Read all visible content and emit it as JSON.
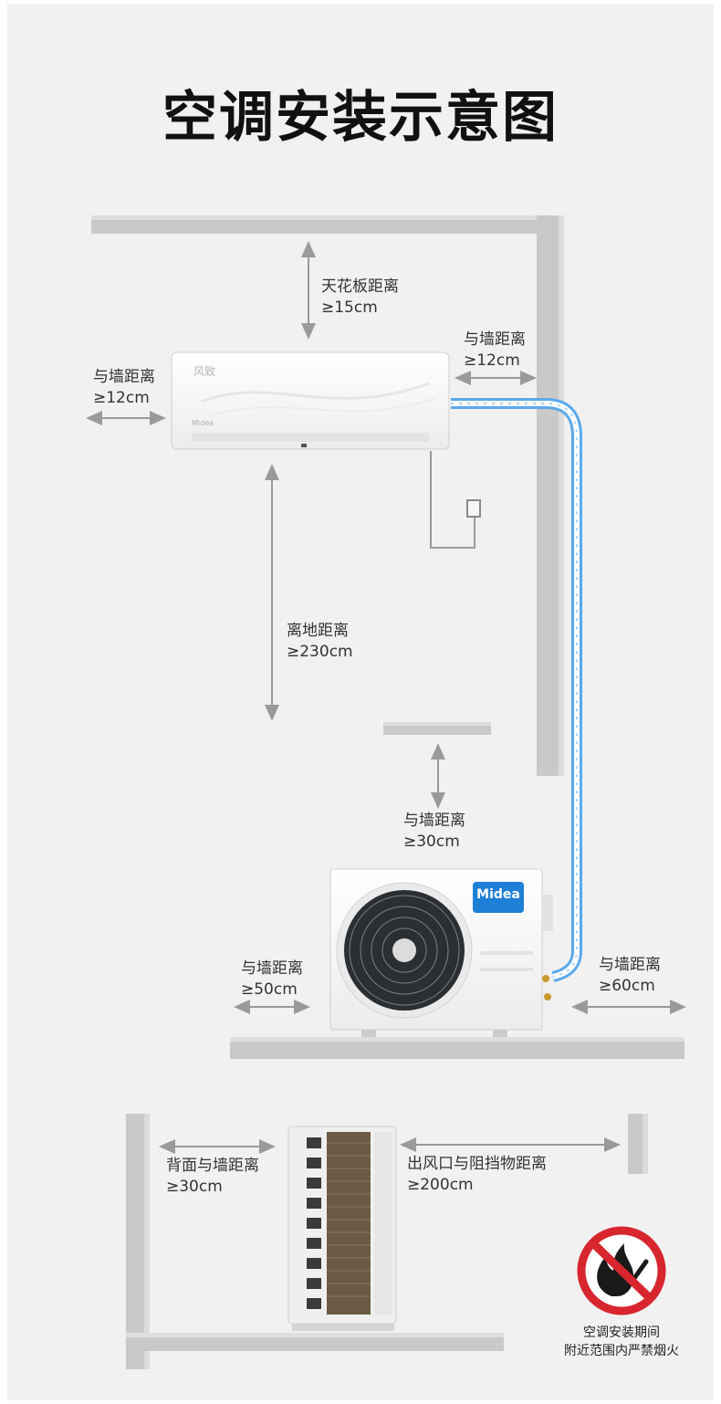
{
  "title": "空调安装示意图",
  "labels": {
    "ceiling": {
      "name": "天花板距离",
      "value": "≥15cm"
    },
    "indoor_left_wall": {
      "name": "与墙距离",
      "value": "≥12cm"
    },
    "indoor_right_wall": {
      "name": "与墙距离",
      "value": "≥12cm"
    },
    "floor": {
      "name": "离地距离",
      "value": "≥230cm"
    },
    "outdoor_top_wall": {
      "name": "与墙距离",
      "value": "≥30cm"
    },
    "outdoor_left_wall": {
      "name": "与墙距离",
      "value": "≥50cm"
    },
    "outdoor_right_wall": {
      "name": "与墙距离",
      "value": "≥60cm"
    },
    "back_wall": {
      "name": "背面与墙距离",
      "value": "≥30cm"
    },
    "outlet_obstacle": {
      "name": "出风口与阻挡物距离",
      "value": "≥200cm"
    }
  },
  "brand": {
    "indoor_model_text": "风致",
    "indoor_logo": "Midea",
    "outdoor_logo": "Midea"
  },
  "warning": {
    "line1": "空调安装期间",
    "line2": "附近范围内严禁烟火",
    "icon": "no-fire-icon"
  },
  "colors": {
    "background": "#f1f1f1",
    "wall": "#c9c9c9",
    "pipe": "#5aa9ec",
    "logo_blue": "#1e7fd6",
    "prohibit_red": "#d8262e"
  }
}
